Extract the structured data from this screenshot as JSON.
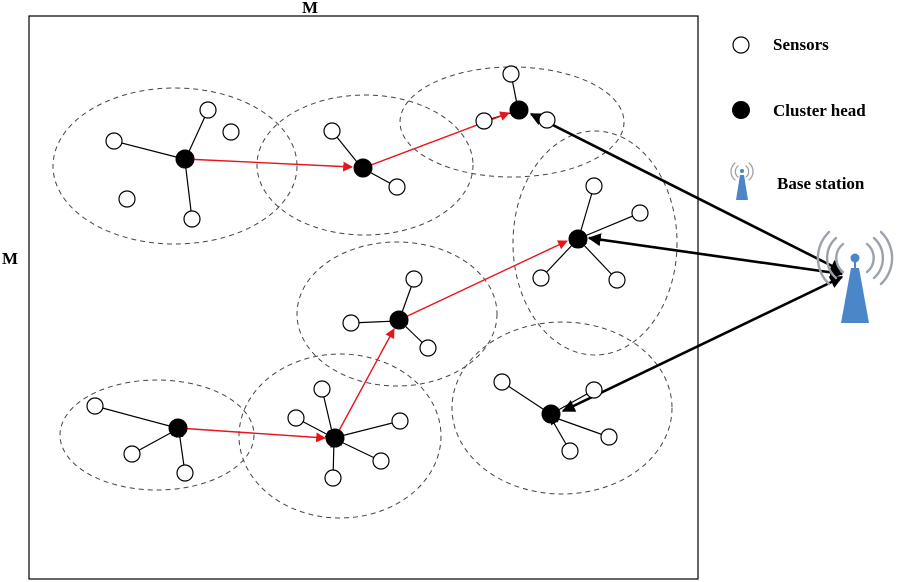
{
  "field": {
    "side_top": "M",
    "side_left": "M"
  },
  "legend": {
    "sensors": "Sensors",
    "cluster_head": "Cluster head",
    "base_station": "Base station"
  },
  "colors": {
    "inter_cluster_link": "#e8141b",
    "to_base_link": "#000000",
    "cluster_boundary": "#444444",
    "base_station_body": "#4a86c8",
    "base_station_waves": "#9aa3ad"
  },
  "icons": {
    "sensor": "sensor-node-icon",
    "cluster_head": "cluster-head-icon",
    "base_station": "base-station-icon"
  }
}
